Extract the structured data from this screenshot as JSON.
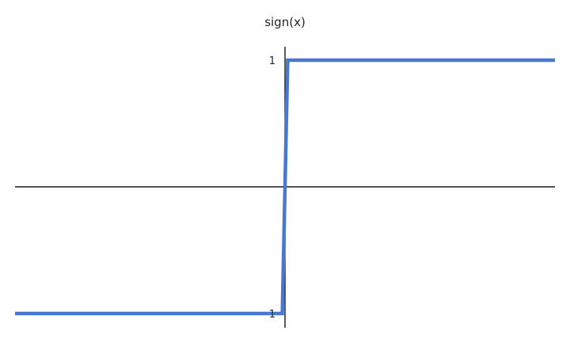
{
  "chart_data": {
    "type": "line",
    "title": "sign(x)",
    "xlabel": "",
    "ylabel": "",
    "xlim": [
      -1,
      1
    ],
    "ylim": [
      -1,
      1
    ],
    "grid": false,
    "yticks": [
      {
        "value": 1,
        "label": "1"
      },
      {
        "value": -1,
        "label": "1"
      }
    ],
    "series": [
      {
        "color": "#4878cf",
        "x": [
          -1,
          -0.01,
          0.01,
          1
        ],
        "y": [
          -1,
          -1,
          1,
          1
        ]
      }
    ]
  }
}
